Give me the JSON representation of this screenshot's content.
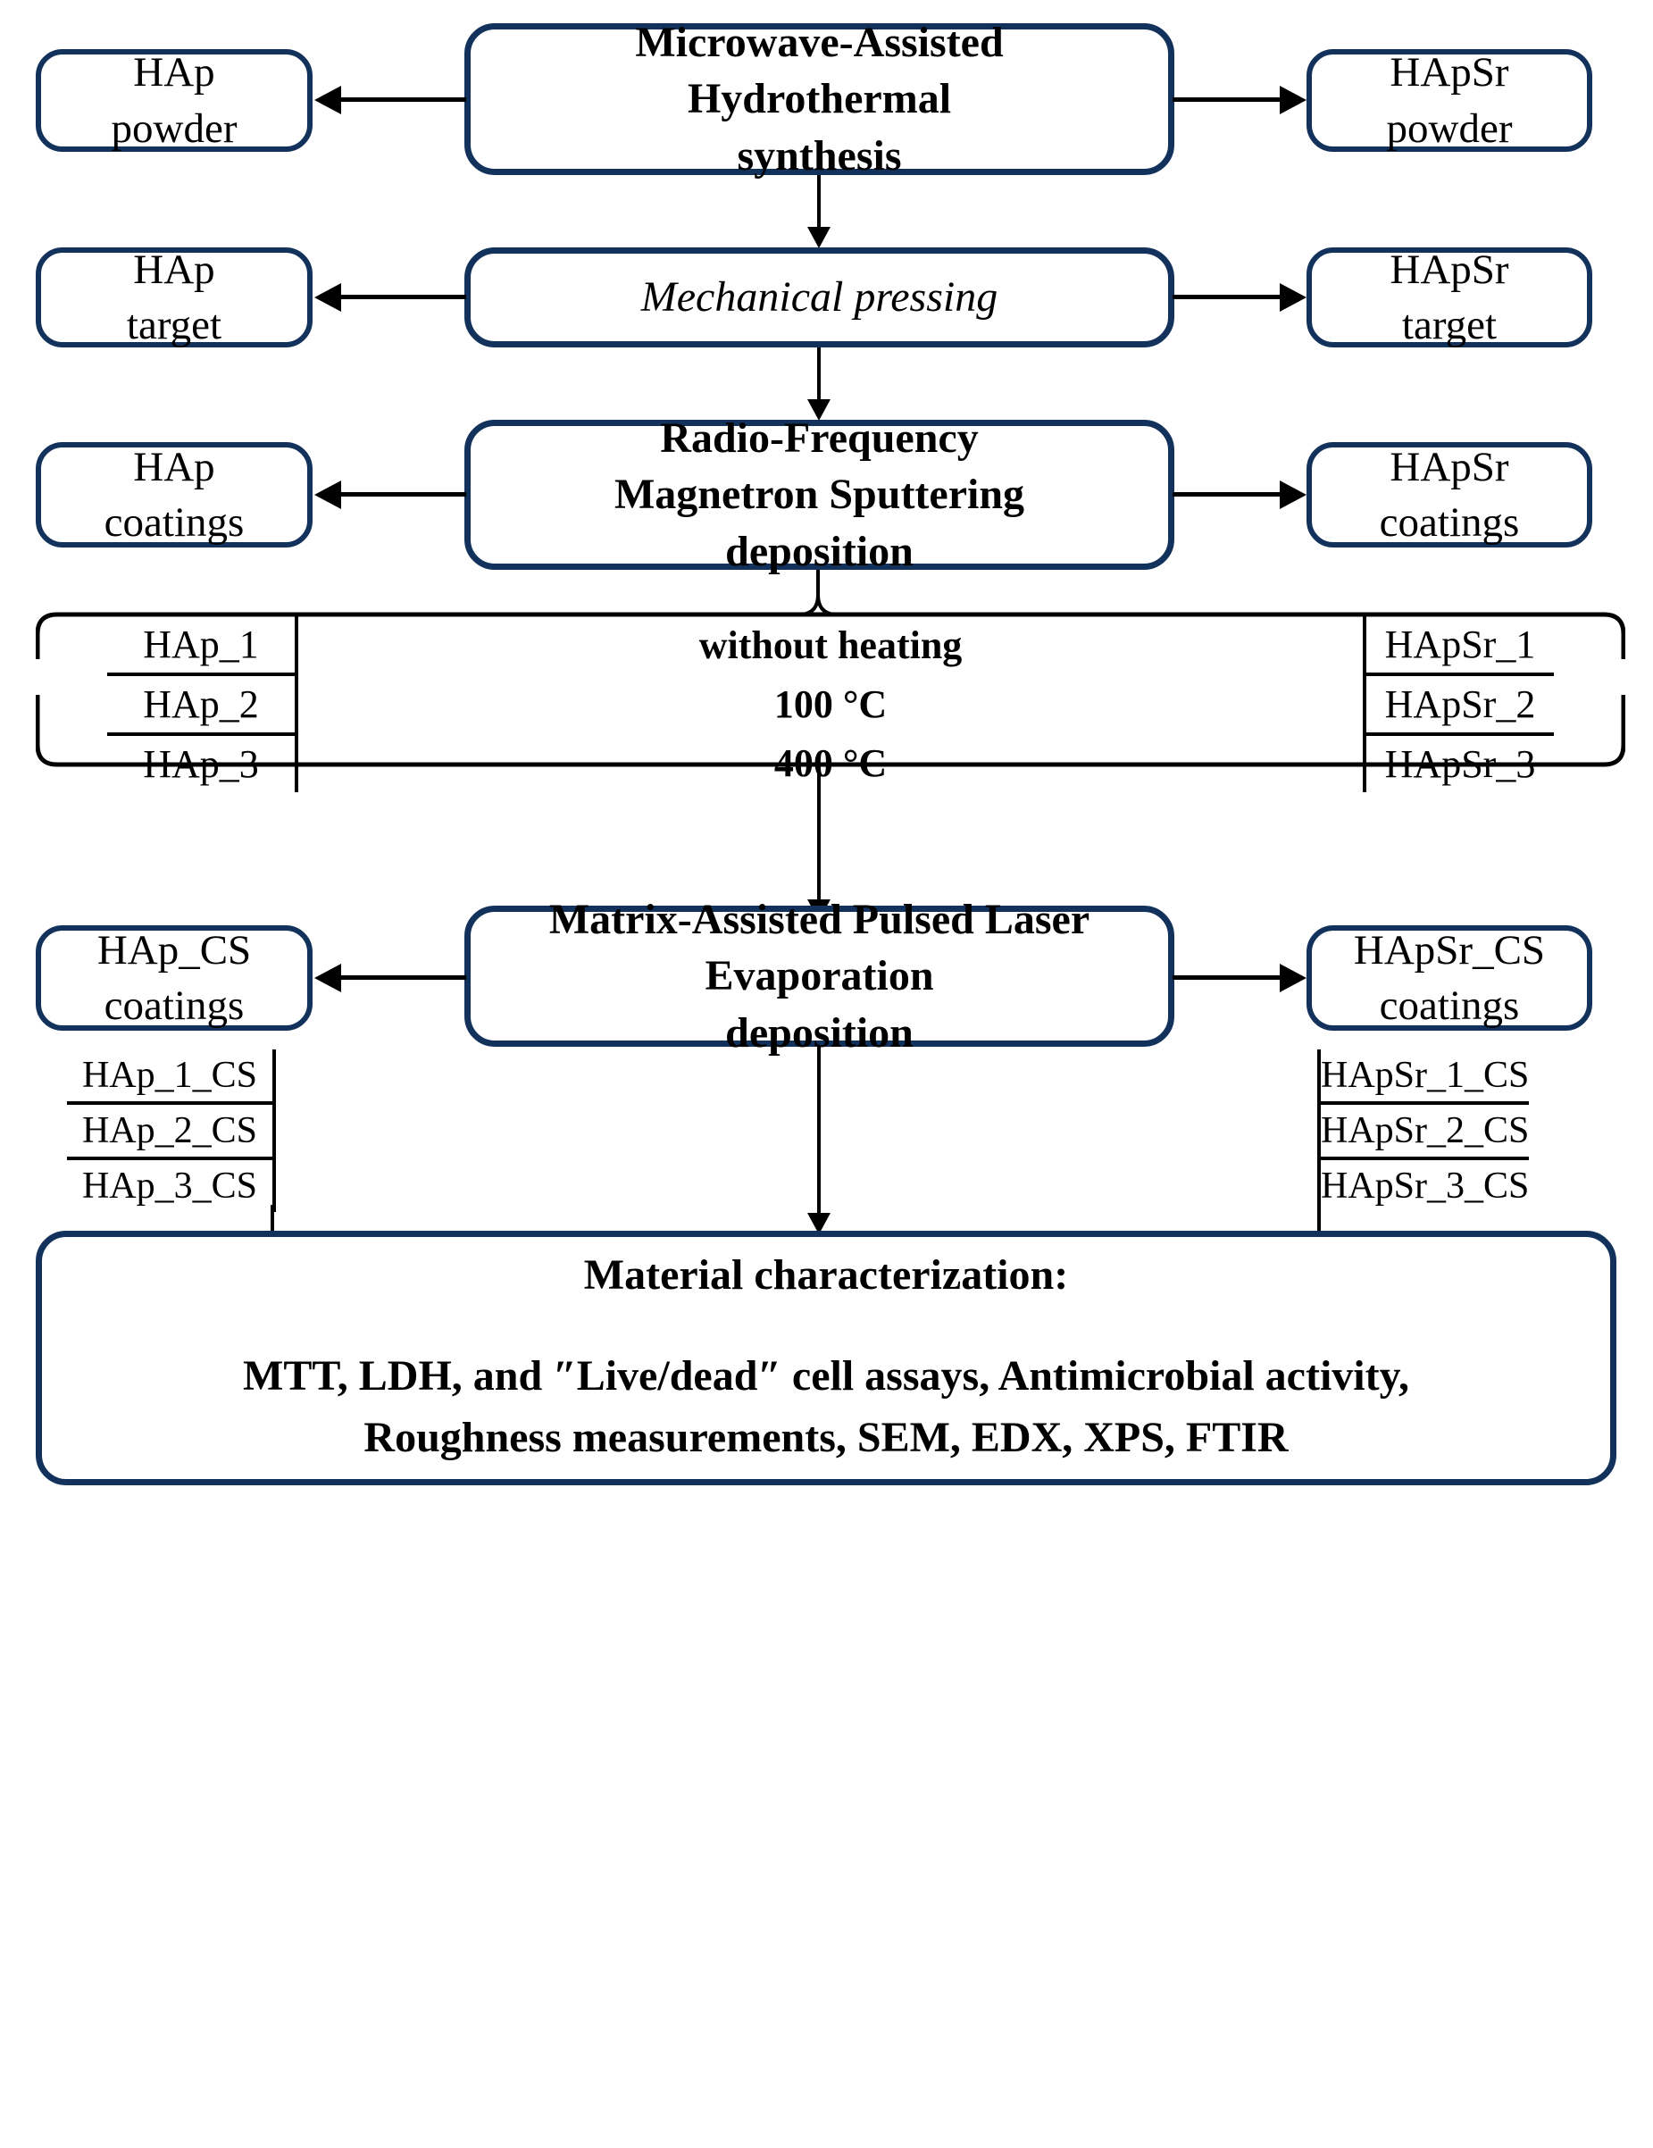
{
  "colors": {
    "box_border": "#12325c",
    "line": "#000000",
    "background": "#ffffff"
  },
  "flow": {
    "steps": [
      {
        "id": "synthesis",
        "center": "Microwave-Assisted\nHydrothermal\nsynthesis",
        "left": "HAp\npowder",
        "right": "HApSr\npowder"
      },
      {
        "id": "pressing",
        "center": "Mechanical pressing",
        "left": "HAp\ntarget",
        "right": "HApSr\ntarget"
      },
      {
        "id": "sputtering",
        "center": "Radio-Frequency\nMagnetron Sputtering\ndeposition",
        "left": "HAp\ncoatings",
        "right": "HApSr\ncoatings"
      },
      {
        "id": "maple",
        "center": "Matrix-Assisted Pulsed Laser\nEvaporation\ndeposition",
        "left": "HAp_CS\ncoatings",
        "right": "HApSr_CS\ncoatings"
      }
    ]
  },
  "conditions_table": {
    "rows": [
      {
        "left": "HAp_1",
        "middle": "without heating",
        "right": "HApSr_1"
      },
      {
        "left": "HAp_2",
        "middle": "100 °C",
        "right": "HApSr_2"
      },
      {
        "left": "HAp_3",
        "middle": "400 °C",
        "right": "HApSr_3"
      }
    ]
  },
  "cs_lists": {
    "left": [
      "HAp_1_CS",
      "HAp_2_CS",
      "HAp_3_CS"
    ],
    "right": [
      "HApSr_1_CS",
      "HApSr_2_CS",
      "HApSr_3_CS"
    ]
  },
  "final_box": {
    "title": "Material characterization:",
    "line1": "MTT, LDH, and ″Live/dead″ cell assays, Antimicrobial activity,",
    "line2": "Roughness measurements, SEM, EDX, XPS, FTIR"
  }
}
